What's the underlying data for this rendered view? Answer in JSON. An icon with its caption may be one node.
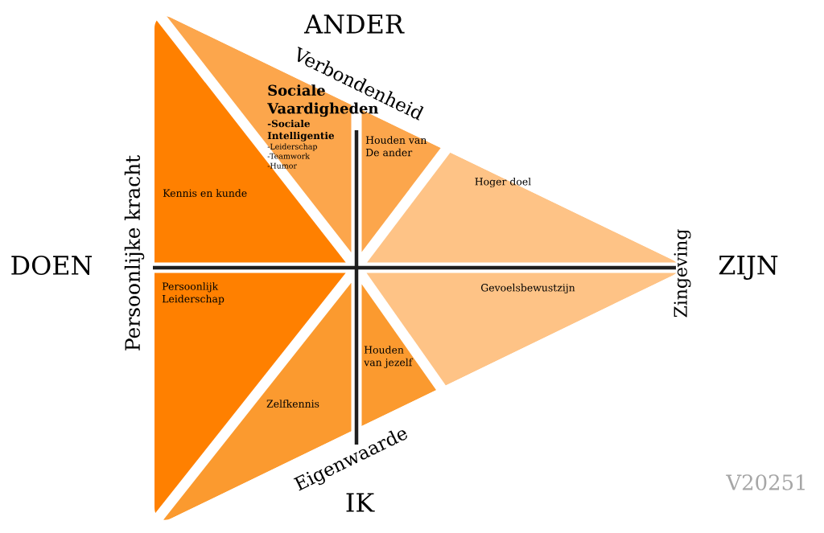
{
  "diagram": {
    "nodes": [
      {
        "text": [
          "Kennis en kunde"
        ]
      },
      {
        "text": [
          "Sociale Vaardigheden",
          "-Sociale Intelligentie",
          "-Leiderschap",
          "-Teamwork",
          "-Humor"
        ]
      },
      {
        "text": [
          "Houden van De ander"
        ]
      },
      {
        "text": [
          "Hoger doel"
        ]
      },
      {
        "text": [
          "Persoonlijk Leiderschap"
        ]
      },
      {
        "text": [
          "Zelfkennis"
        ]
      },
      {
        "text": [
          "Houden van jezelf"
        ]
      },
      {
        "text": [
          "Gevoelsbewustzijn"
        ]
      }
    ],
    "labels": [
      "ANDER",
      "Verbondenheid",
      "Persoonlijke kracht",
      "DOEN",
      "ZIJN",
      "Zingeving",
      "Eigenwaarde",
      "IK",
      "V20251"
    ]
  }
}
